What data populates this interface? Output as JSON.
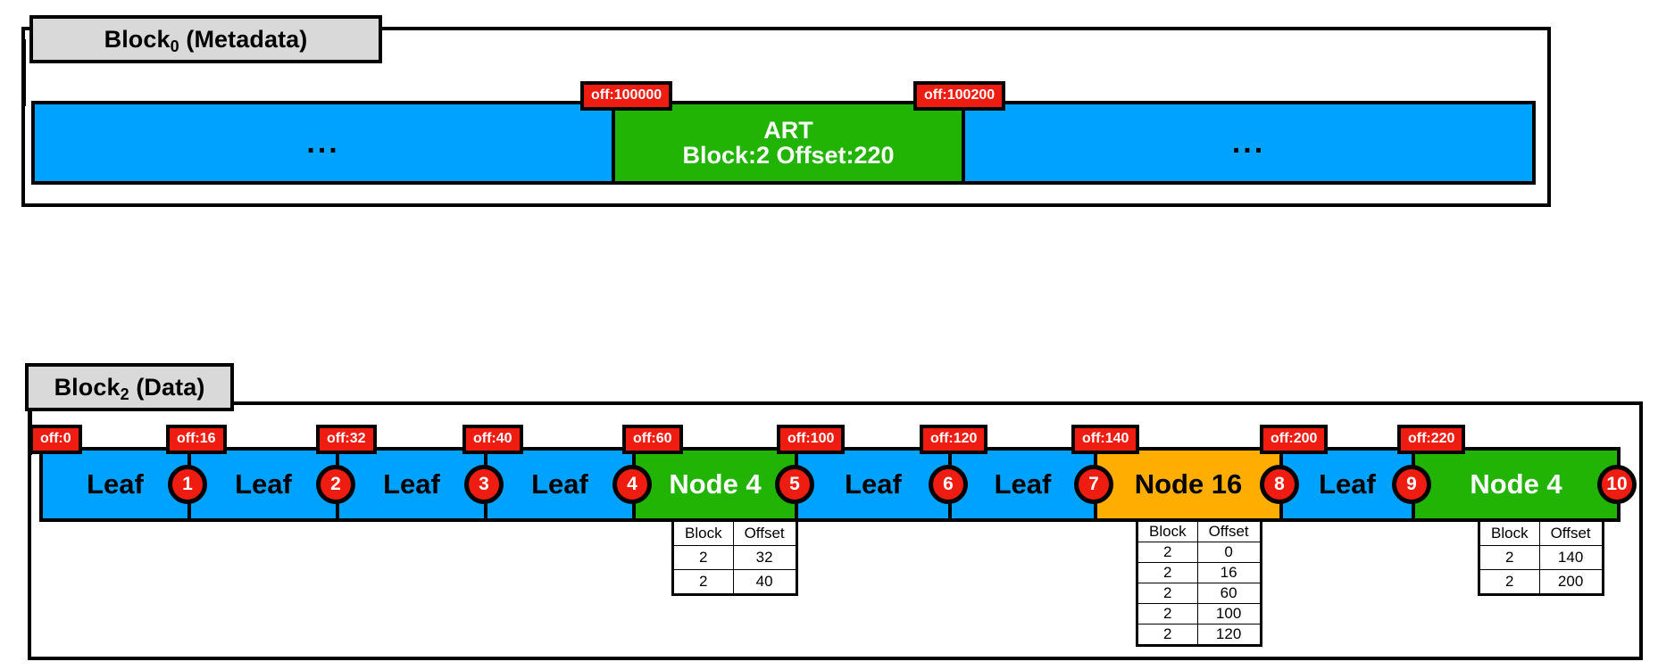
{
  "diagram": {
    "title_blocks": [
      {
        "id": "block0",
        "label_main": "Block",
        "label_sub": "0",
        "label_rest": " (Metadata)"
      },
      {
        "id": "block2",
        "label_main": "Block",
        "label_sub": "2",
        "label_rest": " (Data)"
      }
    ]
  },
  "metadata_block": {
    "tab_label_main": "Block",
    "tab_label_sub": "0",
    "tab_label_rest": " (Metadata)",
    "segments": [
      {
        "kind": "ellipsis",
        "label": "...",
        "color": "blue",
        "offset_label": null
      },
      {
        "kind": "art",
        "line1": "ART",
        "line2": "Block:2 Offset:220",
        "color": "green",
        "offset_label": "off:100000"
      },
      {
        "kind": "ellipsis",
        "label": "...",
        "color": "blue",
        "offset_label": "off:100200"
      }
    ],
    "offsets": [
      "off:100000",
      "off:100200"
    ]
  },
  "data_block": {
    "tab_label_main": "Block",
    "tab_label_sub": "2",
    "tab_label_rest": " (Data)",
    "segments": [
      {
        "label": "Leaf",
        "badge": "1",
        "color": "blue",
        "offset_label": "off:0"
      },
      {
        "label": "Leaf",
        "badge": "2",
        "color": "blue",
        "offset_label": "off:16"
      },
      {
        "label": "Leaf",
        "badge": "3",
        "color": "blue",
        "offset_label": "off:32"
      },
      {
        "label": "Leaf",
        "badge": "4",
        "color": "blue",
        "offset_label": "off:40"
      },
      {
        "label": "Node 4",
        "badge": "5",
        "color": "green",
        "offset_label": "off:60"
      },
      {
        "label": "Leaf",
        "badge": "6",
        "color": "blue",
        "offset_label": "off:100"
      },
      {
        "label": "Leaf",
        "badge": "7",
        "color": "blue",
        "offset_label": "off:120"
      },
      {
        "label": "Node 16",
        "badge": "8",
        "color": "orange",
        "offset_label": "off:140"
      },
      {
        "label": "Leaf",
        "badge": "9",
        "color": "blue",
        "offset_label": "off:200"
      },
      {
        "label": "Node 4",
        "badge": "10",
        "color": "green",
        "offset_label": "off:220"
      }
    ]
  },
  "tables": [
    {
      "owner_badge": "5",
      "headers": [
        "Block",
        "Offset"
      ],
      "rows": [
        [
          "2",
          "32"
        ],
        [
          "2",
          "40"
        ]
      ]
    },
    {
      "owner_badge": "8",
      "headers": [
        "Block",
        "Offset"
      ],
      "rows": [
        [
          "2",
          "0"
        ],
        [
          "2",
          "16"
        ],
        [
          "2",
          "60"
        ],
        [
          "2",
          "100"
        ],
        [
          "2",
          "120"
        ]
      ]
    },
    {
      "owner_badge": "10",
      "headers": [
        "Block",
        "Offset"
      ],
      "rows": [
        [
          "2",
          "140"
        ],
        [
          "2",
          "200"
        ]
      ]
    }
  ],
  "colors": {
    "leaf_blue": "#00a2ff",
    "node4_green": "#22b404",
    "node16_orange": "#ffae00",
    "offset_red": "#ee1c11",
    "tab_gray": "#d9d9d9",
    "outline_black": "#000000"
  }
}
